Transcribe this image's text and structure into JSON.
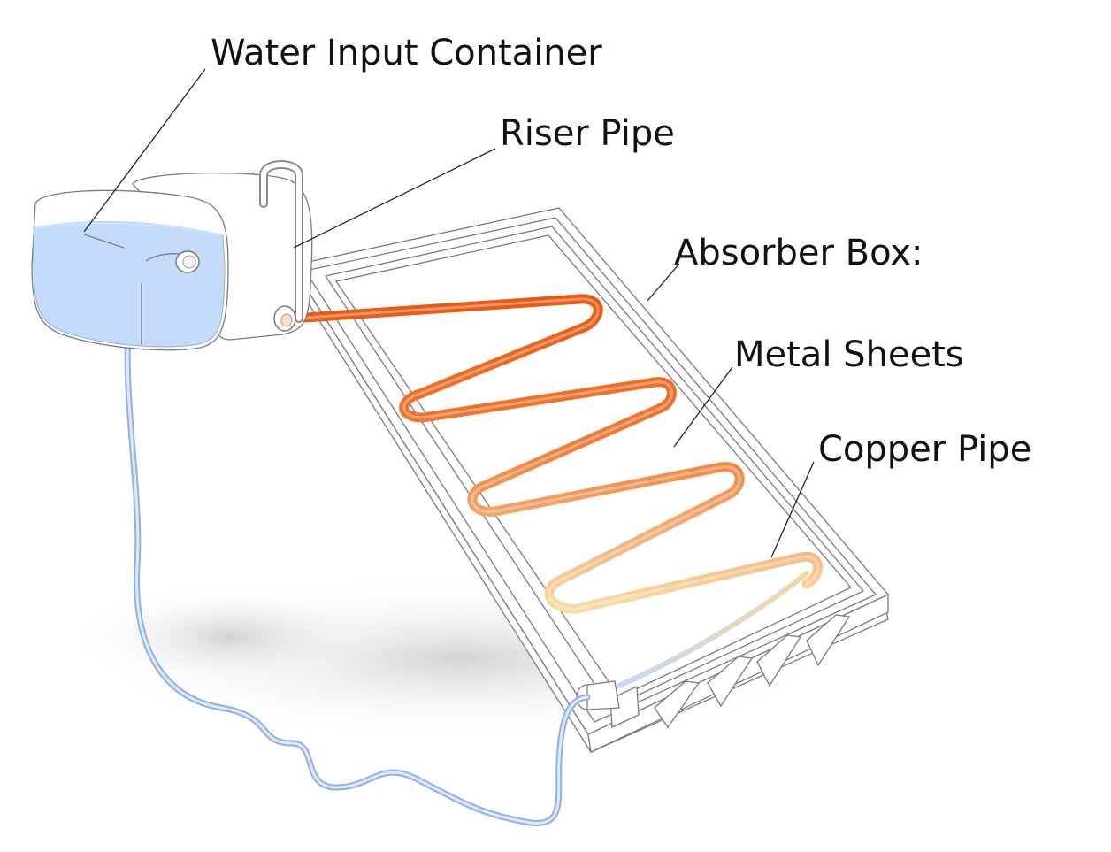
{
  "labels": {
    "water_input_container": "Water Input Container",
    "riser_pipe": "Riser Pipe",
    "absorber_box": "Absorber Box:",
    "metal_sheets": "Metal Sheets",
    "copper_pipe": "Copper Pipe"
  },
  "colors": {
    "water_blue": "#b9d3f7",
    "water_blue_dark": "#8fb0e6",
    "copper_dark": "#e8601c",
    "copper_light": "#f8d8a0",
    "outline_gray": "#7a7a7a",
    "shadow_gray": "#d8d8d8"
  }
}
